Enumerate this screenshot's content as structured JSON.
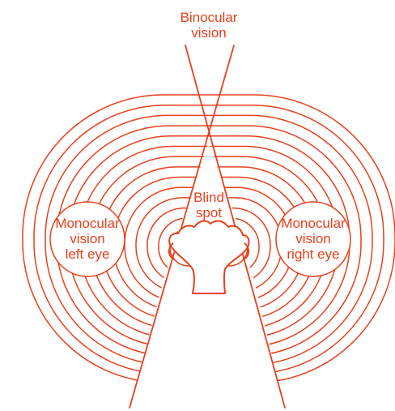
{
  "colors": {
    "line": "#e8401c",
    "background": "#ffffff"
  },
  "labels": {
    "binocular": [
      "Binocular",
      "vision"
    ],
    "blind": [
      "Blind",
      "spot"
    ],
    "mono_left": [
      "Monocular",
      "vision",
      "left eye"
    ],
    "mono_right": [
      "Monocular",
      "vision",
      "right eye"
    ]
  },
  "field": {
    "ring_count": 14
  }
}
